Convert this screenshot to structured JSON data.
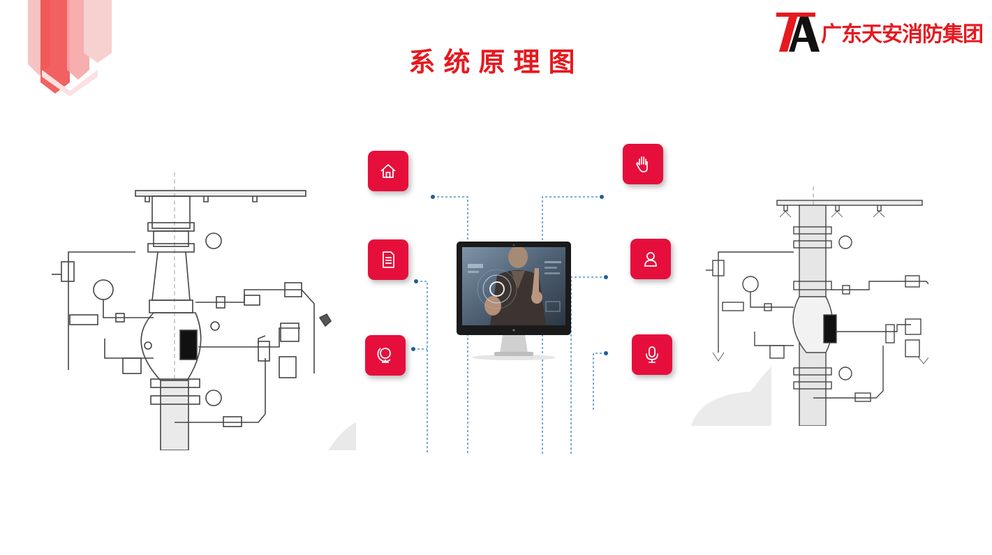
{
  "slide": {
    "title": "系统原理图"
  },
  "logo": {
    "mark": "TA",
    "company": "广东天安消防集团"
  },
  "colors": {
    "accent_red": "#e6191f",
    "tile_red": "#e60f3c",
    "connector_blue": "#2a7fc1",
    "dot_blue": "#1f5f9e"
  },
  "icons": {
    "left": [
      "home-icon",
      "document-icon",
      "globe-icon"
    ],
    "right": [
      "hand-icon",
      "user-icon",
      "microphone-icon"
    ]
  }
}
